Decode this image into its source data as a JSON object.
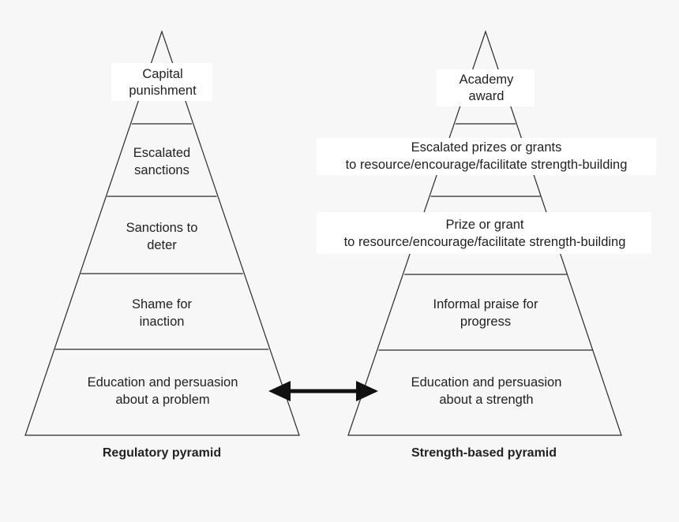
{
  "regulatory_pyramid": {
    "caption": "Regulatory pyramid",
    "tiers": [
      {
        "line1": "Capital",
        "line2": "punishment"
      },
      {
        "line1": "Escalated",
        "line2": "sanctions"
      },
      {
        "line1": "Sanctions to",
        "line2": "deter"
      },
      {
        "line1": "Shame for",
        "line2": "inaction"
      },
      {
        "line1": "Education and persuasion",
        "line2": "about a problem"
      }
    ]
  },
  "strength_pyramid": {
    "caption": "Strength-based pyramid",
    "tiers": [
      {
        "line1": "Academy",
        "line2": "award"
      },
      {
        "line1": "Escalated prizes or grants",
        "line2": "to resource/encourage/facilitate strength-building"
      },
      {
        "line1": "Prize or grant",
        "line2": "to resource/encourage/facilitate strength-building"
      },
      {
        "line1": "Informal praise for",
        "line2": "progress"
      },
      {
        "line1": "Education and persuasion",
        "line2": "about a strength"
      }
    ]
  },
  "connector": {
    "style": "double-headed arrow"
  }
}
